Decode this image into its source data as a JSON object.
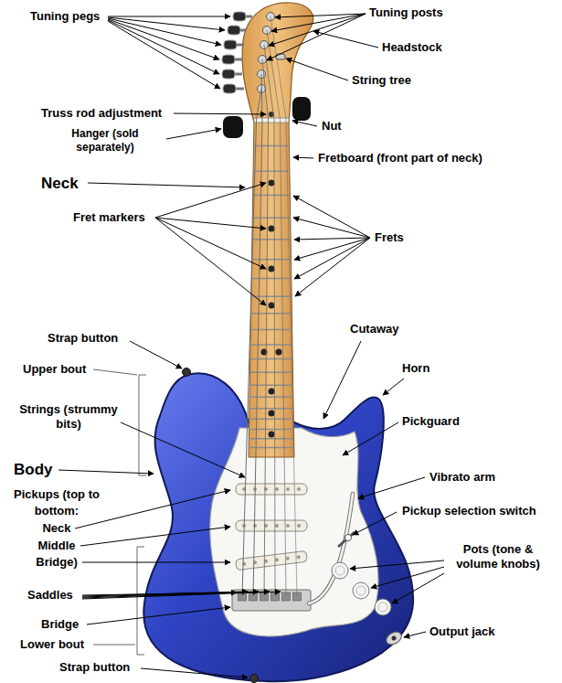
{
  "diagram": {
    "labels": [
      "Tuning pegs",
      "Tuning posts",
      "Headstock",
      "String tree",
      "Truss rod adjustment",
      "Nut",
      "Hanger (sold separately)",
      "Fretboard (front part of neck)",
      "Neck",
      "Fret markers",
      "Frets",
      "Strap button",
      "Cutaway",
      "Upper bout",
      "Horn",
      "Strings (strummy bits)",
      "Pickguard",
      "Body",
      "Vibrato arm",
      "Pickups (top to bottom:",
      "Pickup selection switch",
      "Neck",
      "Middle",
      "Bridge)",
      "Pots (tone & volume knobs)",
      "Saddles",
      "Bridge",
      "Output jack",
      "Lower bout",
      "Strap button"
    ]
  }
}
